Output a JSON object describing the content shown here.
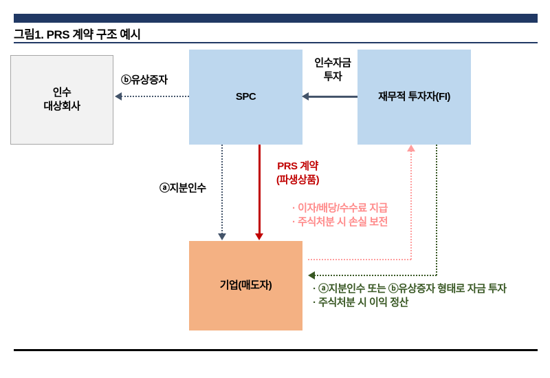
{
  "figure": {
    "title": "그림1. PRS 계약 구조 예시"
  },
  "nodes": {
    "target_company": {
      "line1": "인수",
      "line2": "대상회사"
    },
    "spc": {
      "label": "SPC"
    },
    "financial_investor": {
      "label": "재무적 투자자(FI)"
    },
    "seller_company": {
      "label": "기업(매도자)"
    }
  },
  "arrow_labels": {
    "fund_investment": {
      "line1": "인수자금",
      "line2": "투자"
    },
    "capital_increase": {
      "label": "ⓑ유상증자"
    },
    "share_acquisition": {
      "label": "ⓐ지분인수"
    },
    "prs_contract": {
      "line1": "PRS 계약",
      "line2": "(파생상품)"
    },
    "fi_compensation": {
      "line1": "· 이자/배당/수수료 지급",
      "line2": "· 주식처분 시 손실 보전"
    },
    "investment_settlement": {
      "line1": "· ⓐ지분인수 또는 ⓑ유상증자 형태로 자금 투자",
      "line2": "· 주식처분 시 이익 정산"
    }
  },
  "colors": {
    "header_bar": "#203864",
    "title_rule": "#203864",
    "node_blue": "#BDD7EE",
    "node_gray": "#F2F2F2",
    "node_orange": "#F4B183",
    "arrow_dark": "#44546A",
    "arrow_red": "#C00000",
    "arrow_pink": "#FF9D9D",
    "arrow_green": "#385723",
    "bottom_rule": "#000000"
  }
}
